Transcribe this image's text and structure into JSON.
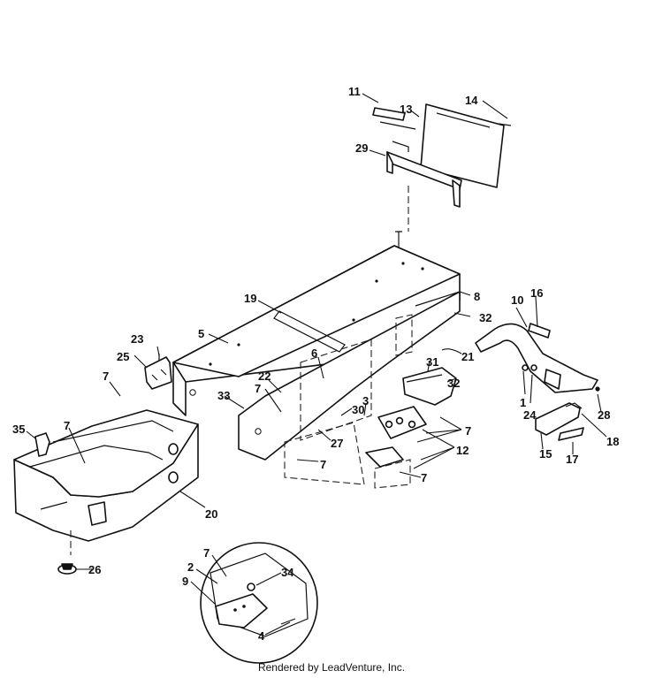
{
  "diagram": {
    "footer": "Rendered by LeadVenture, Inc.",
    "callouts": [
      {
        "id": "c11",
        "text": "11"
      },
      {
        "id": "c13",
        "text": "13"
      },
      {
        "id": "c14",
        "text": "14"
      },
      {
        "id": "c29",
        "text": "29"
      },
      {
        "id": "c19",
        "text": "19"
      },
      {
        "id": "c5",
        "text": "5"
      },
      {
        "id": "c8",
        "text": "8"
      },
      {
        "id": "c32a",
        "text": "32"
      },
      {
        "id": "c10",
        "text": "10"
      },
      {
        "id": "c16",
        "text": "16"
      },
      {
        "id": "c21",
        "text": "21"
      },
      {
        "id": "c23",
        "text": "23"
      },
      {
        "id": "c25",
        "text": "25"
      },
      {
        "id": "c6",
        "text": "6"
      },
      {
        "id": "c31",
        "text": "31"
      },
      {
        "id": "c32b",
        "text": "32"
      },
      {
        "id": "c22",
        "text": "22"
      },
      {
        "id": "c7a",
        "text": "7"
      },
      {
        "id": "c7b",
        "text": "7"
      },
      {
        "id": "c33",
        "text": "33"
      },
      {
        "id": "c3",
        "text": "3"
      },
      {
        "id": "c30",
        "text": "30"
      },
      {
        "id": "c1",
        "text": "1"
      },
      {
        "id": "c24",
        "text": "24"
      },
      {
        "id": "c28",
        "text": "28"
      },
      {
        "id": "c35",
        "text": "35"
      },
      {
        "id": "c7c",
        "text": "7"
      },
      {
        "id": "c7d",
        "text": "7"
      },
      {
        "id": "c27",
        "text": "27"
      },
      {
        "id": "c12",
        "text": "12"
      },
      {
        "id": "c18",
        "text": "18"
      },
      {
        "id": "c15",
        "text": "15"
      },
      {
        "id": "c17",
        "text": "17"
      },
      {
        "id": "c7e",
        "text": "7"
      },
      {
        "id": "c7f",
        "text": "7"
      },
      {
        "id": "c20",
        "text": "20"
      },
      {
        "id": "c26",
        "text": "26"
      },
      {
        "id": "c7g",
        "text": "7"
      },
      {
        "id": "c2",
        "text": "2"
      },
      {
        "id": "c34",
        "text": "34"
      },
      {
        "id": "c9",
        "text": "9"
      },
      {
        "id": "c4",
        "text": "4"
      }
    ]
  }
}
